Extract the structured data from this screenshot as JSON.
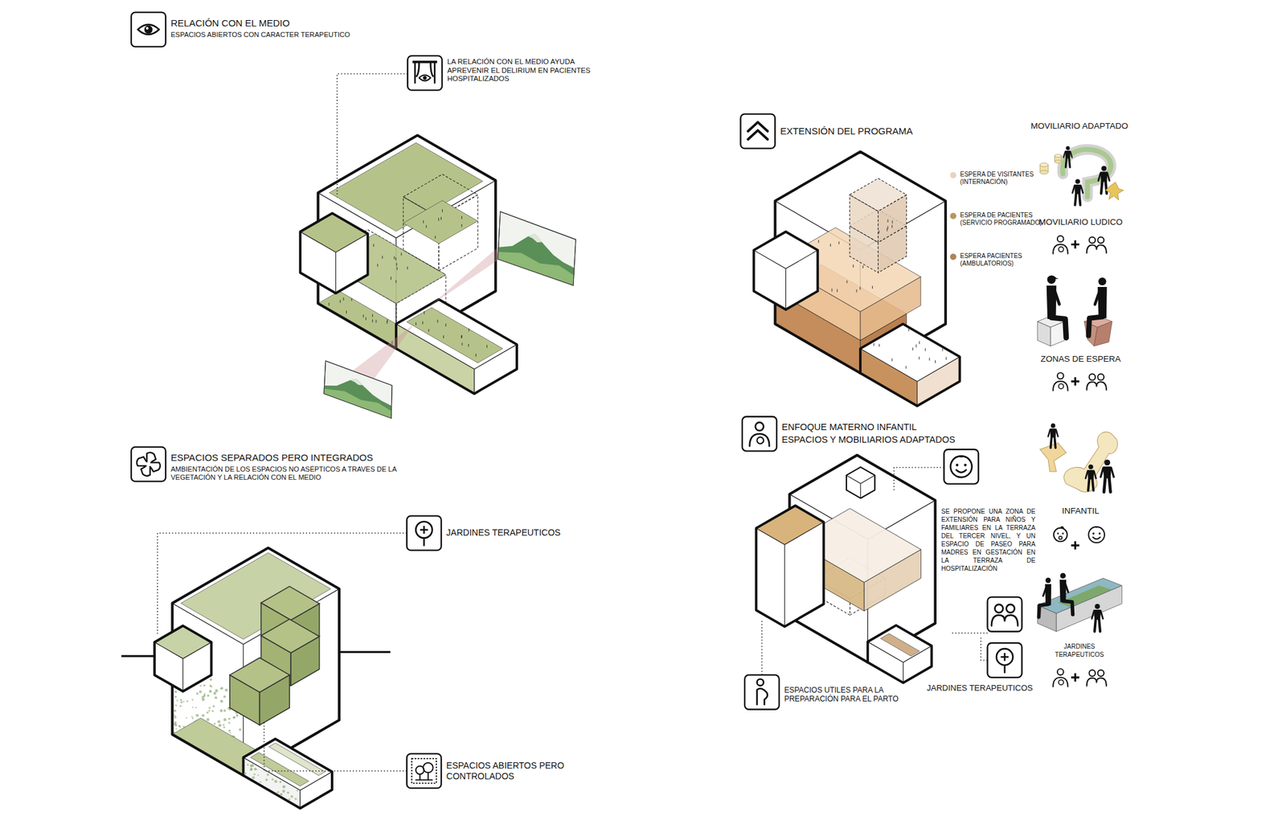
{
  "diagram": {
    "nodes": [
      {
        "text": [
          "RELACIÓN CON EL MEDIO",
          "ESPACIOS ABIERTOS CON CARACTER TERAPEUTICO"
        ]
      },
      {
        "text": [
          "LA RELACIÓN CON EL MEDIO AYUDA APREVENIR EL DELIRIUM EN PACIENTES HOSPITALIZADOS"
        ]
      },
      {
        "text": [
          "ESPACIOS SEPARADOS PERO INTEGRADOS",
          "AMBIENTACIÓN DE LOS ESPACIOS NO ASÉPTICOS A TRAVES DE LA VEGETACIÓN Y LA RELACIÓN CON EL MEDIO"
        ]
      },
      {
        "text": [
          "JARDINES TERAPEUTICOS"
        ]
      },
      {
        "text": [
          "ESPACIOS ABIERTOS PERO CONTROLADOS"
        ]
      },
      {
        "text": [
          "EXTENSIÓN DEL PROGRAMA"
        ]
      },
      {
        "text": [
          "ENFOQUE MATERNO INFANTIL",
          "ESPACIOS Y MOBILIARIOS ADAPTADOS"
        ]
      },
      {
        "text": [
          "ESPACIOS UTILES PARA LA PREPARACIÓN PARA EL PARTO"
        ]
      },
      {
        "text": [
          "JARDINES TERAPEUTICOS"
        ]
      }
    ],
    "labels": [
      "MOVILIARIO ADAPTADO",
      "MOVILIARIO LUDICO",
      "ZONAS DE ESPERA",
      "SE PROPONE UNA ZONA DE EXTENSIÓN PARA NIÑOS Y FAMILIARES EN LA TERRAZA DEL TERCER NIVEL, Y UN ESPACIO DE PASEO PARA MADRES EN GESTACIÓN EN LA TERRAZA DE HOSPITALIZACIÓN",
      "INFANTIL",
      "JARDINES TERAPEUTICOS"
    ],
    "legend": [
      {
        "text": "ESPERA DE VISITANTES (INTERNACIÓN)",
        "color": "#e8d4bd"
      },
      {
        "text": "ESPERA DE PACIENTES (SERVICIO PROGRAMADO)",
        "color": "#b8965e"
      },
      {
        "text": "ESPERA PACIENTES (AMBULATORIOS)",
        "color": "#a98656"
      }
    ]
  }
}
